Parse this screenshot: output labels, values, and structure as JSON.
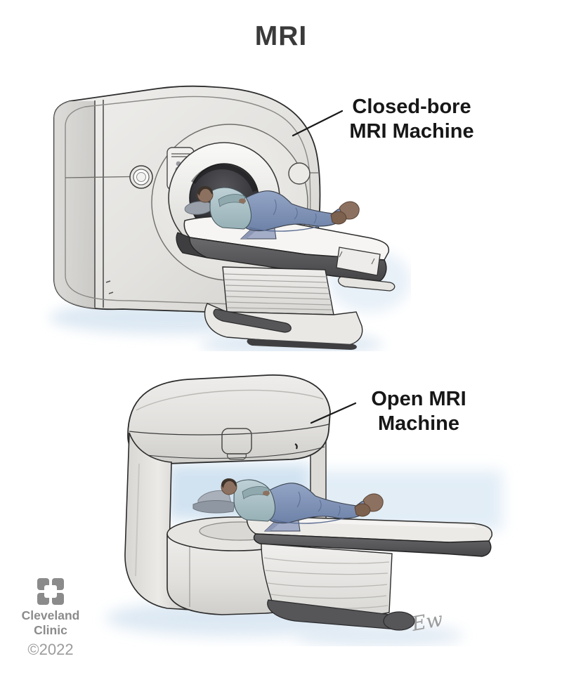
{
  "page": {
    "title": "MRI"
  },
  "callouts": {
    "closed": {
      "line1": "Closed-bore",
      "line2": "MRI Machine"
    },
    "open": {
      "line1": "Open MRI",
      "line2": "Machine"
    }
  },
  "footer": {
    "brand_line1": "Cleveland",
    "brand_line2": "Clinic",
    "copyright": "©2022"
  },
  "illustrations": {
    "closed": {
      "name": "closed-bore-mri-machine",
      "description": "Patient lying on a sliding table inside a closed-bore MRI scanner"
    },
    "open": {
      "name": "open-mri-machine",
      "description": "Patient lying on a table between the magnets of an open MRI scanner"
    },
    "artist_signature": "Ew"
  },
  "icons": {
    "logo_mark": "cleveland-clinic-square-mark",
    "panel_icon": "patient-figure"
  },
  "colors": {
    "title_text": "#3a3a3a",
    "callout_text": "#171717",
    "outline": "#2c2c2c",
    "machine_body": "#e7e6e3",
    "machine_shadow": "#c9c8c5",
    "dark_gray_parts": "#565658",
    "bore_dark": "#26262a",
    "patient_shirt": "#b4c9ce",
    "patient_jeans": "#8395ba",
    "skin_tone": "#8d7160",
    "floor_glow_blue": "#d9e6f2",
    "brand_gray": "#8b8b8b",
    "copyright_gray": "#9c9c9c"
  }
}
